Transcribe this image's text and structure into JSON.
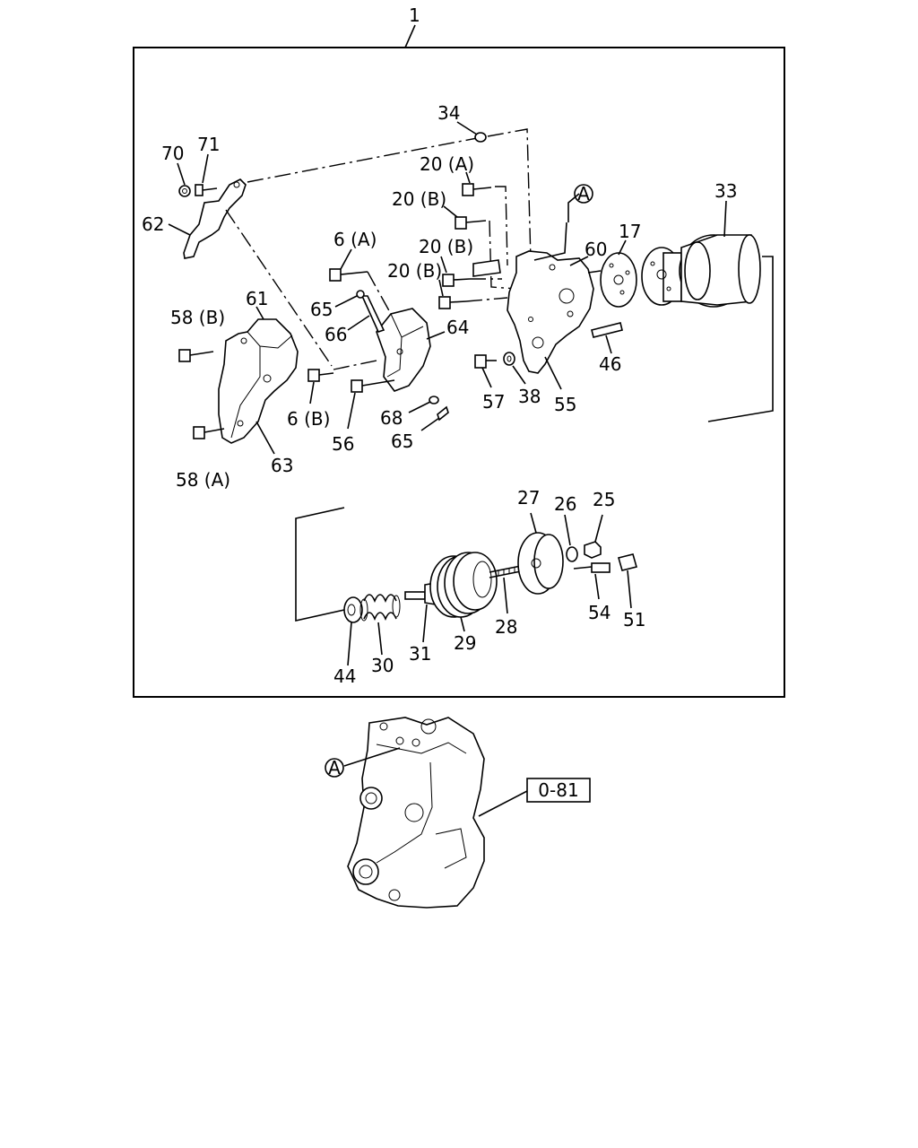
{
  "assembly": {
    "main_label": "1",
    "reference_tag": "0-81",
    "view_marker": "A"
  },
  "callouts": [
    {
      "id": "c34",
      "text": "34"
    },
    {
      "id": "c70",
      "text": "70"
    },
    {
      "id": "c71",
      "text": "71"
    },
    {
      "id": "c20a",
      "text": "20 (A)"
    },
    {
      "id": "c20b1",
      "text": "20 (B)"
    },
    {
      "id": "c20b2",
      "text": "20 (B)"
    },
    {
      "id": "c20b3",
      "text": "20 (B)"
    },
    {
      "id": "c62",
      "text": "62"
    },
    {
      "id": "c6a",
      "text": "6 (A)"
    },
    {
      "id": "c60",
      "text": "60"
    },
    {
      "id": "c17",
      "text": "17"
    },
    {
      "id": "c33",
      "text": "33"
    },
    {
      "id": "c61",
      "text": "61"
    },
    {
      "id": "c58b",
      "text": "58 (B)"
    },
    {
      "id": "c65a",
      "text": "65"
    },
    {
      "id": "c66",
      "text": "66"
    },
    {
      "id": "c64",
      "text": "64"
    },
    {
      "id": "c46",
      "text": "46"
    },
    {
      "id": "c57",
      "text": "57"
    },
    {
      "id": "c38",
      "text": "38"
    },
    {
      "id": "c55",
      "text": "55"
    },
    {
      "id": "c6b",
      "text": "6 (B)"
    },
    {
      "id": "c68",
      "text": "68"
    },
    {
      "id": "c56",
      "text": "56"
    },
    {
      "id": "c65b",
      "text": "65"
    },
    {
      "id": "c63",
      "text": "63"
    },
    {
      "id": "c58a",
      "text": "58 (A)"
    },
    {
      "id": "c27",
      "text": "27"
    },
    {
      "id": "c26",
      "text": "26"
    },
    {
      "id": "c25",
      "text": "25"
    },
    {
      "id": "c54",
      "text": "54"
    },
    {
      "id": "c51",
      "text": "51"
    },
    {
      "id": "c28",
      "text": "28"
    },
    {
      "id": "c29",
      "text": "29"
    },
    {
      "id": "c31",
      "text": "31"
    },
    {
      "id": "c30",
      "text": "30"
    },
    {
      "id": "c44",
      "text": "44"
    }
  ]
}
